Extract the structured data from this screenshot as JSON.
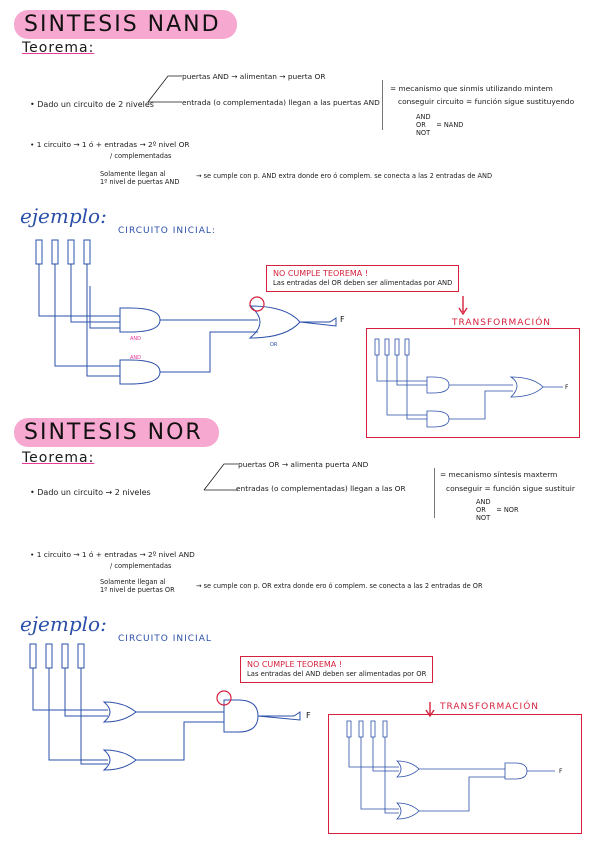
{
  "nand": {
    "title": "SINTESIS NAND",
    "teorema": "Teorema:",
    "branch_top": "puertas AND → alimentan → puerta OR",
    "main_line": "• Dado un circuito de 2 niveles",
    "branch_bottom": "entrada (o complementada) llegan a las puertas AND",
    "note_1": "= mecanismo que sinmis utilizando mintem",
    "note_2": "conseguir circuito = función sigue sustituyendo",
    "note_3": "AND",
    "note_4": "OR     = NAND",
    "note_5": "NOT",
    "step_1": "• 1 circuito → 1 ó + entradas → 2º nivel OR",
    "step_2": "/ complementadas",
    "step_3": "Solamente llegan al",
    "step_4": "1º nivel de puertas AND",
    "step_5": "→ se cumple con p. AND extra donde ero ó complem. se conecta a las 2 entradas de AND",
    "ejemplo": "ejemplo:",
    "circuito": "CIRCUITO INICIAL:",
    "warn_title": "NO CUMPLE TEOREMA !",
    "warn_text": "Las entradas del OR deben ser alimentadas por AND",
    "transform": "TRANSFORMACIÓN",
    "gate_lower": "AND",
    "gate_upper": "AND",
    "gate_out": "OR",
    "out": "F"
  },
  "nor": {
    "title": "SINTESIS NOR",
    "teorema": "Teorema:",
    "branch_top": "puertas OR → alimenta puerta AND",
    "main_line": "• Dado un circuito → 2 niveles",
    "branch_bottom": "entradas (o complementadas) llegan a las OR",
    "note_1": "= mecanismo síntesis maxterm",
    "note_2": "conseguir = función sigue sustituir",
    "note_3": "AND",
    "note_4": "OR     = NOR",
    "note_5": "NOT",
    "step_1": "• 1 circuito → 1 ó + entradas → 2º nivel AND",
    "step_2": "/ complementadas",
    "step_3": "Solamente llegan al",
    "step_4": "1º nivel de puertas OR",
    "step_5": "→ se cumple con p. OR extra donde ero ó complem. se conecta a las 2 entradas de OR",
    "ejemplo": "ejemplo:",
    "circuito": "CIRCUITO INICIAL",
    "warn_title": "NO CUMPLE TEOREMA !",
    "warn_text": "Las entradas del AND deben ser alimentadas por OR",
    "transform": "TRANSFORMACIÓN",
    "out": "F"
  },
  "colors": {
    "highlight": "#f7a8d0",
    "blue": "#2b4fa8",
    "red": "#d6213d",
    "pink": "#e8389a"
  }
}
